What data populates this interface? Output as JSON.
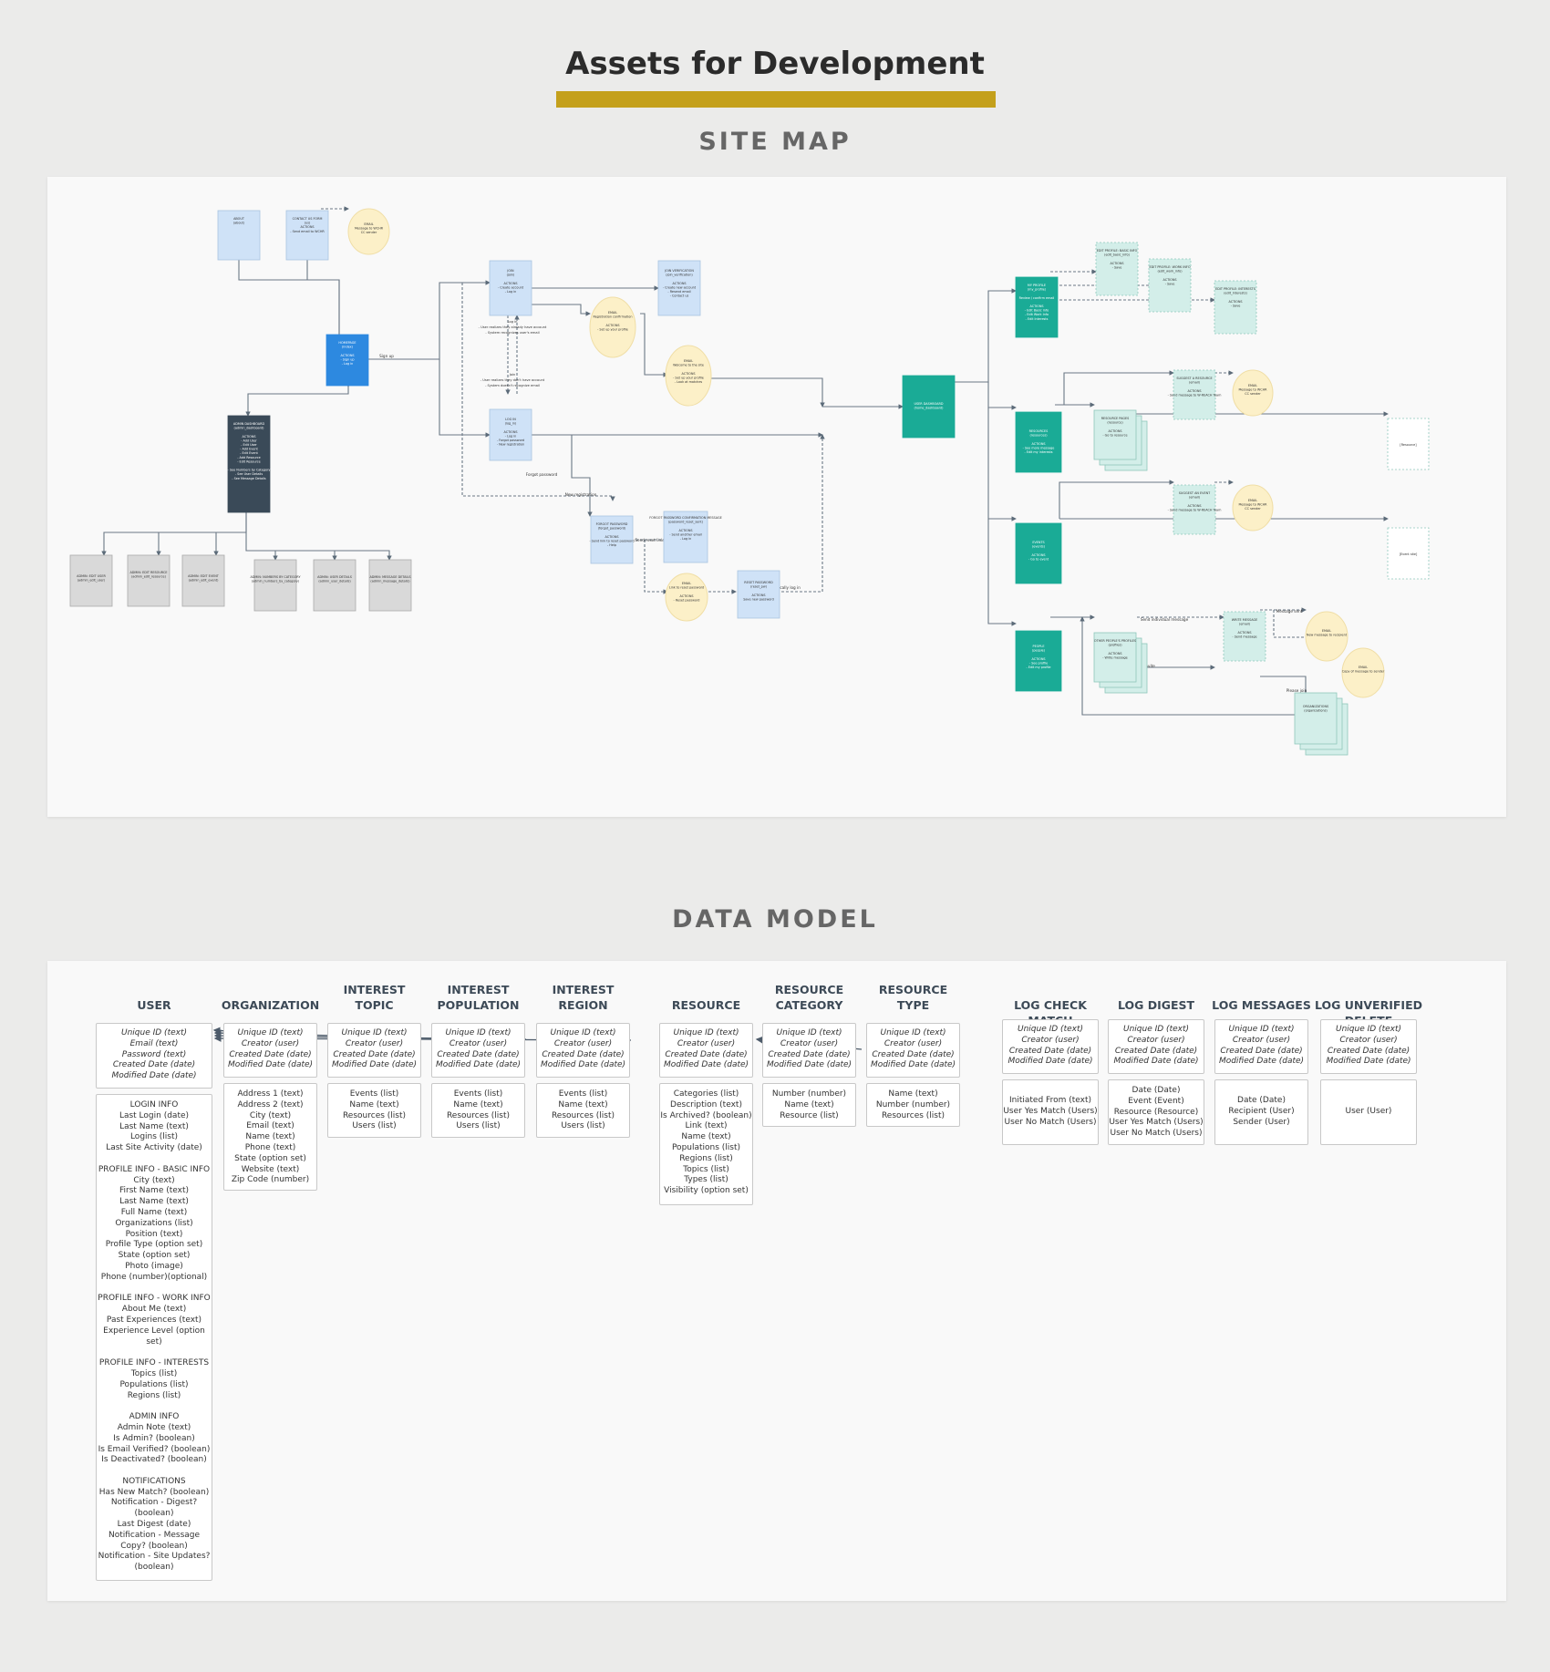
{
  "page": {
    "title": "Assets for Development",
    "sections": {
      "site_map": "SITE MAP",
      "data_model": "DATA MODEL"
    },
    "colors": {
      "accent_bar": "#c4a01c",
      "blue_node": "#cfe2f7",
      "homepage": "#2d89e0",
      "admin": "#3a4a58",
      "admin_page": "#d9d9d9",
      "email": "#fcf0c8",
      "dashboard": "#1aab96",
      "member_page": "#d3eee9"
    }
  },
  "site_map": {
    "label_signup": "Sign up",
    "label_login_hint": "Log in\n- User realizes they already have account\n- System recognizes user's email",
    "label_join_hint": "Join\n- User realizes they don't have account\n- System doesn't recognize email",
    "label_forgot": "Forgot password",
    "label_new_registration": "New registration",
    "label_send_reset": "Send reset link",
    "label_auto_login": "Automatically log in",
    "label_send_individual": "Send individual message",
    "label_message_sent": "Message sent",
    "label_organization_invite": "Organization invite",
    "label_please_join": "Please join",
    "nodes": {
      "about": "ABOUT\n(about)",
      "contact": "CONTACT US FORM\n(us)\nACTIONS\n- Send email to WCHR",
      "email_contact": "EMAIL\nMessage to WCHR\nCC sender",
      "homepage": "HOMEPAGE\n(index)\n\nACTIONS\n- Sign up\n- Log in",
      "admin_dashboard": "ADMIN DASHBOARD\n(admin_dashboard)\n\nACTIONS\n- Add User\n- Edit User\n- Add Event\n- Edit Event\n- Add Resource\n- Edit Resource\n\n- See Numbers by Category\n- See User Details\n- See Message Details",
      "admin_edit_user": "ADMIN: EDIT USER\n(admin_edit_user)",
      "admin_edit_resource": "ADMIN: EDIT RESOURCE\n(admin_edit_resource)",
      "admin_edit_event": "ADMIN: EDIT EVENT\n(admin_edit_event)",
      "admin_numbers": "ADMIN: NUMBERS BY CATEGORY\n(admin_numbers_by_category)",
      "admin_user_details": "ADMIN: USER DETAILS\n(admin_user_details)",
      "admin_message_details": "ADMIN: MESSAGE DETAILS\n(admin_message_details)",
      "join": "JOIN\n(join)\n\nACTIONS\n- Create account\n- Log in",
      "join_verification": "JOIN VERIFICATION\n(join_verification)\n\nACTIONS\n- Create new account\n- Resend email\n- Contact us",
      "email_registration": "EMAIL\nRegistration confirmation\n\nACTIONS\n- Set up your profile",
      "email_welcome": "EMAIL\nWelcome to the site\n\nACTIONS\n- Set up your profile\n- Look at matches",
      "login": "LOG IN\n(log_in)\n\nACTIONS\n- Log in\n- Forgot password\n- New registration",
      "forgot_password": "FORGOT PASSWORD\n(forgot_password)\n\nACTIONS\n- Send link to reset password\n- Help",
      "forgot_confirmation": "FORGOT PASSWORD CONFIRMATION MESSAGE\n(password_reset_sent)\n\nACTIONS\n- Send another email\n- Log in",
      "email_reset": "EMAIL\nLink to reset password\n\nACTIONS\n- Reset password",
      "reset_password": "RESET PASSWORD\n(reset_pw)\n\nACTIONS\nSave new password",
      "user_dashboard": "USER DASHBOARD\n(home_dashboard)",
      "my_profile": "MY PROFILE\n(my_profile)\n\nReview / confirm email\n\nACTIONS\n- Edit Basic Info\n- Edit Work Info\n- Edit Interests",
      "edit_basic": "EDIT PROFILE: BASIC INFO\n(edit_basic_info)\n\nACTIONS\n- Save",
      "edit_work": "EDIT PROFILE: WORK INFO\n(edit_work_info)\n\nACTIONS\n- Save",
      "edit_interests": "EDIT PROFILE: INTERESTS\n(edit_interests)\n\nACTIONS\n- Save",
      "resources": "RESOURCES\n(resources)\n\nACTIONS\n- See more message\n- Edit my interests",
      "resource_pages": "RESOURCE PAGES\n(resource)\n\nACTIONS\n- Go to resource",
      "suggest_resource": "SUGGEST A RESOURCE\n(email)\n\nACTIONS\n- Send message to W-REACH Team",
      "email_resource": "EMAIL\nMessage to WCHR\nCC sender",
      "resource_external": "[Resource]",
      "events": "EVENTS\n(events)\n\nACTIONS\n- Go to event",
      "suggest_event": "SUGGEST AN EVENT\n(email)\n\nACTIONS\n- Send message to W-REACH Team",
      "email_event": "EMAIL\nMessage to WCHR\nCC sender",
      "event_external": "[Event site]",
      "people": "PEOPLE\n(people)\n\nACTIONS\n- See profile\n- Edit my profile",
      "other_profiles": "OTHER PEOPLE'S PROFILES\n(profiles)\n\nACTIONS\n- Write message",
      "write_message": "WRITE MESSAGE\n(email)\n\nACTIONS\n- Send message",
      "email_new_message": "EMAIL\nNew message to recipient",
      "email_copy": "EMAIL\nCopy of message to sender",
      "organizations": "ORGANIZATIONS\n(organizations)"
    }
  },
  "data_model": {
    "entities": [
      {
        "name": [
          "USER"
        ],
        "common": [
          "Unique ID (text)",
          "Email (text)",
          "Password (text)",
          "Created Date (date)",
          "Modified Date (date)"
        ],
        "fields": [
          "LOGIN INFO",
          "Last Login (date)",
          "Last Name (text)",
          "Logins (list)",
          "Last Site Activity (date)",
          "",
          "PROFILE INFO - BASIC INFO",
          "City (text)",
          "First Name (text)",
          "Last Name (text)",
          "Full Name (text)",
          "Organizations (list)",
          "Position (text)",
          "Profile Type (option set)",
          "State (option set)",
          "Photo (image)",
          "Phone (number)(optional)",
          "",
          "PROFILE INFO - WORK INFO",
          "About Me (text)",
          "Past Experiences (text)",
          "Experience Level (option set)",
          "",
          "PROFILE INFO - INTERESTS",
          "Topics (list)",
          "Populations (list)",
          "Regions (list)",
          "",
          "ADMIN INFO",
          "Admin Note (text)",
          "Is Admin? (boolean)",
          "Is Email Verified? (boolean)",
          "Is Deactivated? (boolean)",
          "",
          "NOTIFICATIONS",
          "Has New Match? (boolean)",
          "Notification - Digest? (boolean)",
          "Last Digest (date)",
          "Notification - Message Copy? (boolean)",
          "Notification - Site Updates? (boolean)"
        ]
      },
      {
        "name": [
          "ORGANIZATION"
        ],
        "common": [
          "Unique ID (text)",
          "Creator (user)",
          "Created Date (date)",
          "Modified Date (date)"
        ],
        "fields": [
          "Address 1 (text)",
          "Address 2 (text)",
          "City (text)",
          "Email (text)",
          "Name (text)",
          "Phone (text)",
          "State (option set)",
          "Website (text)",
          "Zip Code (number)"
        ]
      },
      {
        "name": [
          "INTEREST",
          "TOPIC"
        ],
        "common": [
          "Unique ID (text)",
          "Creator (user)",
          "Created Date (date)",
          "Modified Date (date)"
        ],
        "fields": [
          "Events (list)",
          "Name (text)",
          "Resources (list)",
          "Users (list)"
        ]
      },
      {
        "name": [
          "INTEREST",
          "POPULATION"
        ],
        "common": [
          "Unique ID (text)",
          "Creator (user)",
          "Created Date (date)",
          "Modified Date (date)"
        ],
        "fields": [
          "Events (list)",
          "Name (text)",
          "Resources (list)",
          "Users (list)"
        ]
      },
      {
        "name": [
          "INTEREST",
          "REGION"
        ],
        "common": [
          "Unique ID (text)",
          "Creator (user)",
          "Created Date (date)",
          "Modified Date (date)"
        ],
        "fields": [
          "Events (list)",
          "Name (text)",
          "Resources (list)",
          "Users (list)"
        ]
      },
      {
        "name": [
          "RESOURCE"
        ],
        "common": [
          "Unique ID (text)",
          "Creator (user)",
          "Created Date (date)",
          "Modified Date (date)"
        ],
        "fields": [
          "Categories (list)",
          "Description (text)",
          "Is Archived? (boolean)",
          "Link (text)",
          "Name (text)",
          "Populations (list)",
          "Regions (list)",
          "Topics (list)",
          "Types (list)",
          "Visibility (option set)"
        ]
      },
      {
        "name": [
          "RESOURCE",
          "CATEGORY"
        ],
        "common": [
          "Unique ID (text)",
          "Creator (user)",
          "Created Date (date)",
          "Modified Date (date)"
        ],
        "fields": [
          "Number (number)",
          "Name (text)",
          "Resource (list)"
        ]
      },
      {
        "name": [
          "RESOURCE",
          "TYPE"
        ],
        "common": [
          "Unique ID (text)",
          "Creator (user)",
          "Created Date (date)",
          "Modified Date (date)"
        ],
        "fields": [
          "Name (text)",
          "Number (number)",
          "Resources (list)"
        ]
      },
      {
        "name": [
          "LOG CHECK MATCH"
        ],
        "common": [
          "Unique ID (text)",
          "Creator (user)",
          "Created Date (date)",
          "Modified Date (date)"
        ],
        "fields": [
          "Initiated From (text)",
          "User Yes Match (Users)",
          "User No Match (Users)"
        ]
      },
      {
        "name": [
          "LOG DIGEST"
        ],
        "common": [
          "Unique ID (text)",
          "Creator (user)",
          "Created Date (date)",
          "Modified Date (date)"
        ],
        "fields": [
          "Date (Date)",
          "Event (Event)",
          "Resource (Resource)",
          "User Yes Match (Users)",
          "User No Match (Users)"
        ]
      },
      {
        "name": [
          "LOG MESSAGES"
        ],
        "common": [
          "Unique ID (text)",
          "Creator (user)",
          "Created Date (date)",
          "Modified Date (date)"
        ],
        "fields": [
          "Date (Date)",
          "Recipient (User)",
          "Sender (User)"
        ]
      },
      {
        "name": [
          "LOG UNVERIFIED DELETE"
        ],
        "common": [
          "Unique ID (text)",
          "Creator (user)",
          "Created Date (date)",
          "Modified Date (date)"
        ],
        "fields": [
          "User (User)"
        ]
      }
    ]
  }
}
